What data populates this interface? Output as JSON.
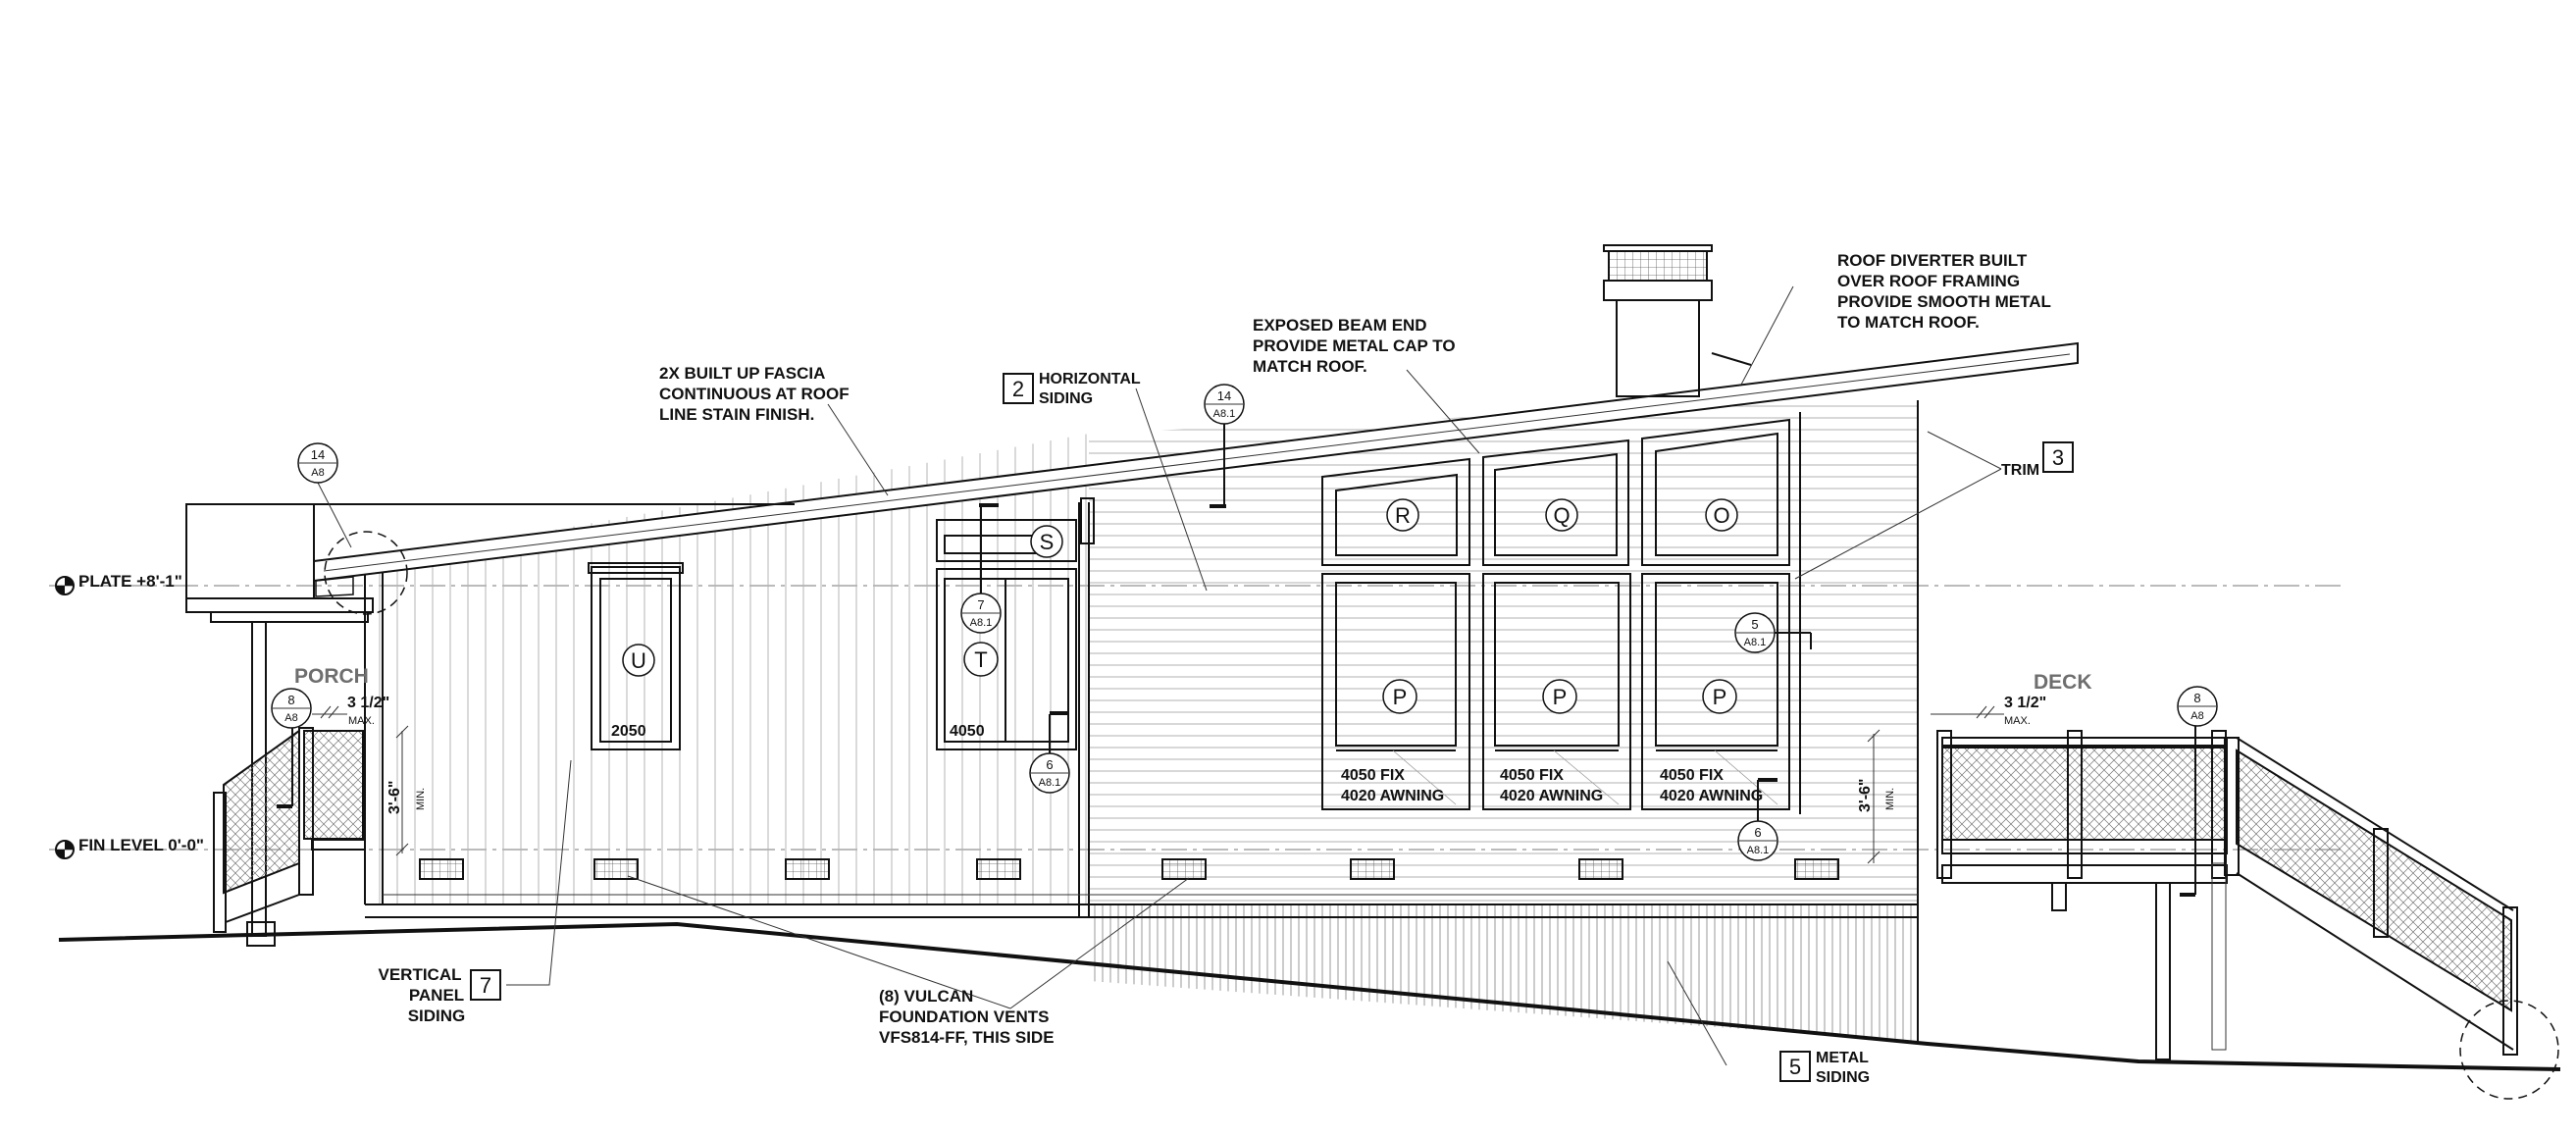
{
  "levels": {
    "plate": "PLATE +8'-1\"",
    "fin_level": "FIN LEVEL 0'-0\""
  },
  "areas": {
    "porch": "PORCH",
    "deck": "DECK"
  },
  "notes": {
    "fascia": [
      "2X BUILT UP FASCIA",
      "CONTINUOUS AT ROOF",
      "LINE STAIN FINISH."
    ],
    "beam": [
      "EXPOSED BEAM END",
      "PROVIDE  METAL CAP TO",
      "MATCH ROOF."
    ],
    "diverter": [
      "ROOF DIVERTER BUILT",
      "OVER ROOF FRAMING",
      "PROVIDE  SMOOTH METAL",
      "TO MATCH ROOF."
    ],
    "vents": [
      "(8) VULCAN",
      "FOUNDATION VENTS",
      "VFS814-FF, THIS SIDE"
    ]
  },
  "materials": {
    "horizontal": {
      "key": "2",
      "lines": [
        "HORIZONTAL",
        "SIDING"
      ]
    },
    "trim": {
      "key": "3",
      "label": "TRIM"
    },
    "metal": {
      "key": "5",
      "lines": [
        "METAL",
        "SIDING"
      ]
    },
    "vertical": {
      "key": "7",
      "lines": [
        "VERTICAL",
        "PANEL",
        "SIDING"
      ]
    }
  },
  "windows": {
    "u": {
      "tag": "U",
      "size": "2050"
    },
    "t": {
      "tag": "T",
      "size": "4050"
    },
    "s": {
      "tag": "S"
    },
    "r": {
      "tag": "R"
    },
    "q": {
      "tag": "Q"
    },
    "o": {
      "tag": "O"
    },
    "p1": {
      "tag": "P",
      "fix": "4050 FIX",
      "awning": "4020 AWNING"
    },
    "p2": {
      "tag": "P",
      "fix": "4050 FIX",
      "awning": "4020 AWNING"
    },
    "p3": {
      "tag": "P",
      "fix": "4050 FIX",
      "awning": "4020 AWNING"
    }
  },
  "details": {
    "d14_a8": {
      "num": "14",
      "sheet": "A8"
    },
    "d14_a81": {
      "num": "14",
      "sheet": "A8.1"
    },
    "d7_a81": {
      "num": "7",
      "sheet": "A8.1"
    },
    "d6_a81_left": {
      "num": "6",
      "sheet": "A8.1"
    },
    "d5_a81": {
      "num": "5",
      "sheet": "A8.1"
    },
    "d6_a81_right": {
      "num": "6",
      "sheet": "A8.1"
    },
    "d8_porch": {
      "num": "8",
      "sheet": "A8"
    },
    "d8_deck": {
      "num": "8",
      "sheet": "A8"
    }
  },
  "guard": {
    "porch": {
      "gap": "3 1/2\"",
      "max": "MAX.",
      "height": "3'-6\"",
      "min": "MIN."
    },
    "deck": {
      "gap": "3 1/2\"",
      "max": "MAX.",
      "height": "3'-6\"",
      "min": "MIN."
    }
  }
}
